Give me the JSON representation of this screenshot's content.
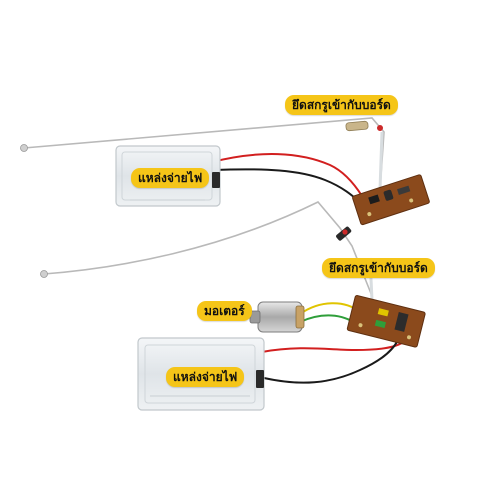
{
  "labels": {
    "screw_top": "ยึดสกรูเข้ากับบอร์ด",
    "battery_top": "แหล่งจ่ายไฟ",
    "screw_bottom": "ยึดสกรูเข้ากับบอร์ด",
    "motor": "มอเตอร์",
    "battery_bottom": "แหล่งจ่ายไฟ"
  },
  "colors": {
    "label_bg": "#f5c518",
    "board": "#8b4a1c",
    "wire_red": "#d21f1f",
    "wire_black": "#1a1a1a",
    "wire_yellow": "#e0c400",
    "wire_green": "#2f9e3a",
    "antenna": "#b9b9b9"
  }
}
